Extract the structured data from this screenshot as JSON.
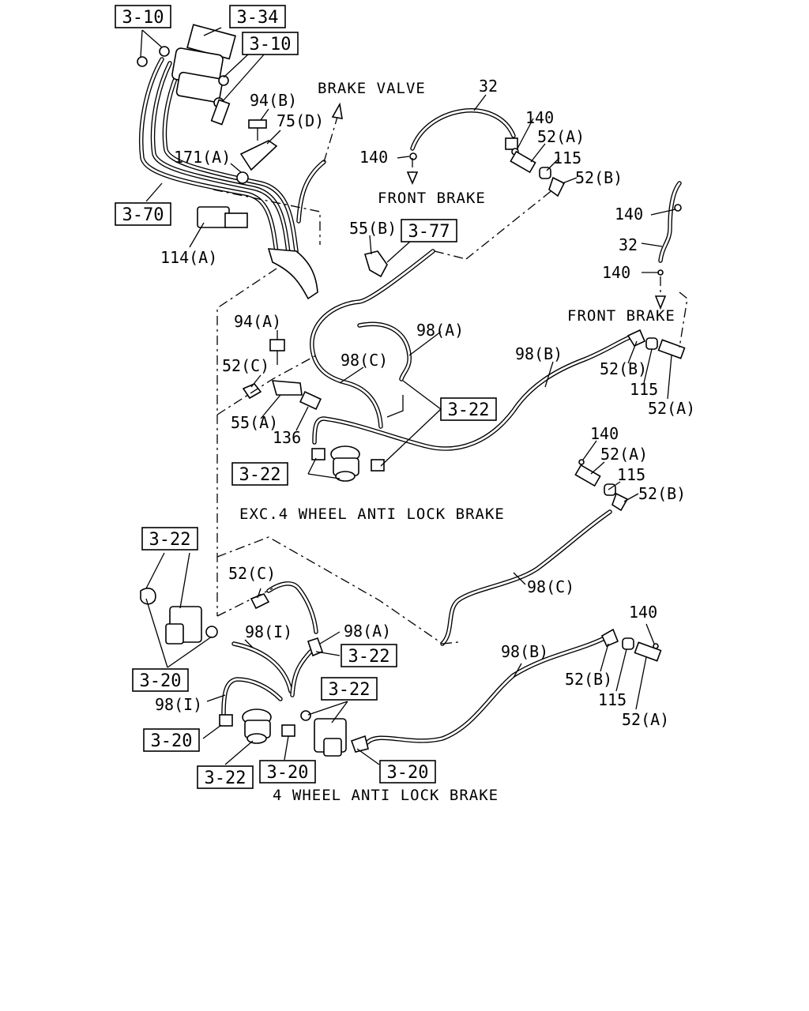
{
  "captions": {
    "brake_valve": "BRAKE VALVE",
    "front_brake_top": "FRONT BRAKE",
    "front_brake_right": "FRONT BRAKE",
    "exc_abs": "EXC.4 WHEEL ANTI LOCK BRAKE",
    "abs": "4 WHEEL ANTI LOCK BRAKE"
  },
  "references": {
    "r1": "3-10",
    "r2": "3-34",
    "r3": "3-10",
    "r4": "3-70",
    "r5": "3-77",
    "r6": "3-22",
    "r7": "3-22",
    "r8": "3-22",
    "r9": "3-20",
    "r10": "3-22",
    "r11": "3-22",
    "r12": "3-20",
    "r13": "3-22",
    "r14": "3-20",
    "r15": "3-20"
  },
  "parts": {
    "p32_top": "32",
    "p140_a": "140",
    "p140_b": "140",
    "p52a_a": "52(A)",
    "p115_a": "115",
    "p52b_a": "52(B)",
    "p94b": "94(B)",
    "p75d": "75(D)",
    "p171a": "171(A)",
    "p114a": "114(A)",
    "p140_c": "140",
    "p32_right": "32",
    "p140_d": "140",
    "p55b": "55(B)",
    "p94a": "94(A)",
    "p98a_a": "98(A)",
    "p98c_a": "98(C)",
    "p52c_a": "52(C)",
    "p98b_a": "98(B)",
    "p52b_b": "52(B)",
    "p115_b": "115",
    "p52a_b": "52(A)",
    "p55a": "55(A)",
    "p136": "136",
    "p140_e": "140",
    "p52a_c": "52(A)",
    "p115_c": "115",
    "p52b_c": "52(B)",
    "p52c_b": "52(C)",
    "p98c_b": "98(C)",
    "p98i_a": "98(I)",
    "p98a_b": "98(A)",
    "p98b_b": "98(B)",
    "p140_f": "140",
    "p98i_b": "98(I)",
    "p52b_d": "52(B)",
    "p115_d": "115",
    "p52a_d": "52(A)"
  },
  "colors": {
    "ink": "#000000",
    "paper": "#ffffff"
  }
}
